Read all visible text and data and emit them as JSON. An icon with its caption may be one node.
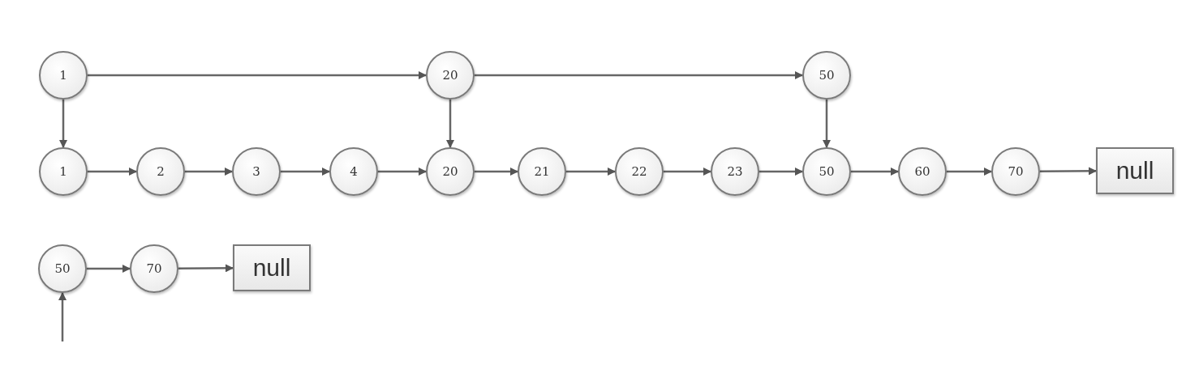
{
  "diagram": {
    "nodes": [
      {
        "text": [
          "1"
        ]
      },
      {
        "text": [
          "20"
        ]
      },
      {
        "text": [
          "50"
        ]
      },
      {
        "text": [
          "1"
        ]
      },
      {
        "text": [
          "2"
        ]
      },
      {
        "text": [
          "3"
        ]
      },
      {
        "text": [
          "4"
        ]
      },
      {
        "text": [
          "20"
        ]
      },
      {
        "text": [
          "21"
        ]
      },
      {
        "text": [
          "22"
        ]
      },
      {
        "text": [
          "23"
        ]
      },
      {
        "text": [
          "50"
        ]
      },
      {
        "text": [
          "60"
        ]
      },
      {
        "text": [
          "70"
        ]
      },
      {
        "text": [
          "null"
        ]
      },
      {
        "text": [
          "50"
        ]
      },
      {
        "text": [
          "70"
        ]
      },
      {
        "text": [
          "null"
        ]
      }
    ],
    "edges": [
      {
        "from": 0,
        "to": 1,
        "arrow": "to"
      },
      {
        "from": 1,
        "to": 2,
        "arrow": "to"
      },
      {
        "from": 0,
        "to": 3,
        "arrow": "to"
      },
      {
        "from": 1,
        "to": 7,
        "arrow": "to"
      },
      {
        "from": 2,
        "to": 11,
        "arrow": "to"
      },
      {
        "from": 3,
        "to": 4,
        "arrow": "to"
      },
      {
        "from": 4,
        "to": 5,
        "arrow": "to"
      },
      {
        "from": 5,
        "to": 6,
        "arrow": "to"
      },
      {
        "from": 6,
        "to": 7,
        "arrow": "to"
      },
      {
        "from": 7,
        "to": 8,
        "arrow": "to"
      },
      {
        "from": 8,
        "to": 9,
        "arrow": "to"
      },
      {
        "from": 9,
        "to": 10,
        "arrow": "to"
      },
      {
        "from": 10,
        "to": 11,
        "arrow": "to"
      },
      {
        "from": 11,
        "to": 12,
        "arrow": "to"
      },
      {
        "from": 12,
        "to": 13,
        "arrow": "to"
      },
      {
        "from": 13,
        "to": 14,
        "arrow": "to"
      },
      {
        "from": 15,
        "to": 16,
        "arrow": "to"
      },
      {
        "from": 16,
        "to": 17,
        "arrow": "to"
      },
      {
        "from": null,
        "to": 15,
        "arrow": "to"
      }
    ]
  }
}
